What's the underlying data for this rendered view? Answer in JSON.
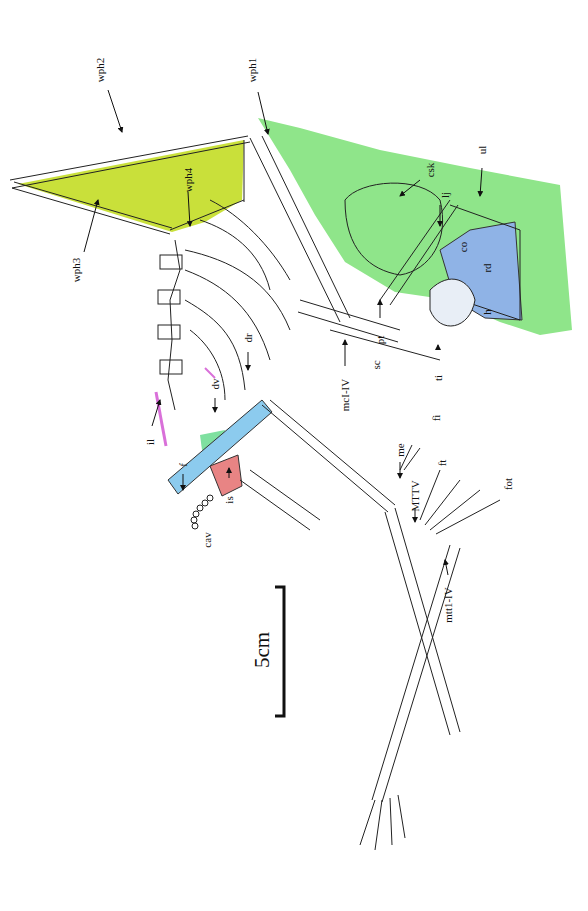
{
  "diagram": {
    "labels": [
      "wph2",
      "wph1",
      "wph3",
      "wph4",
      "csk",
      "lj",
      "ul",
      "co",
      "rd",
      "h",
      "pt",
      "sc",
      "ti",
      "dr",
      "dv",
      "il",
      "mcI-IV",
      "me",
      "fi",
      "ft",
      "fot",
      "MTTV",
      "f",
      "is",
      "cav",
      "mtt1-IV",
      "5cm"
    ]
  }
}
